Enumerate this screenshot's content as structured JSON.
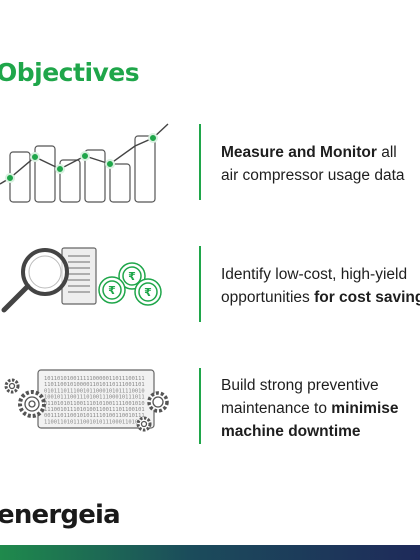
{
  "header": {
    "title": "Objectives"
  },
  "objectives": [
    {
      "illustration": "line-chart-icon",
      "line1_bold": "Measure and Monitor",
      "line1_rest": " all",
      "line2": "air compressor usage data"
    },
    {
      "illustration": "magnifier-document-rupee-coins-icon",
      "line1": "Identify low-cost, high-yield",
      "line2_normal": "opportunities ",
      "line2_bold": "for cost savings"
    },
    {
      "illustration": "gears-binary-panel-icon",
      "line1": "Build strong preventive",
      "line2_normal": "maintenance to ",
      "line2_bold": "minimise",
      "line3_bold": "machine downtime"
    }
  ],
  "brand": {
    "logo_text": "energeia"
  },
  "panel_binary_rows": [
    "1011010100111110000011011100111",
    "1101100101000011010110111001101",
    "0101110111001011000101011110010",
    "1001011100111010011100010111011",
    "0110101011001110101001111001010",
    "1110010111010100110011101100101",
    "0011101100101011110100110010111",
    "1100110101110010101110001101011"
  ],
  "colors": {
    "accent": "#1fa64a",
    "text": "#1e1e1e",
    "icon_stroke": "#555555"
  }
}
